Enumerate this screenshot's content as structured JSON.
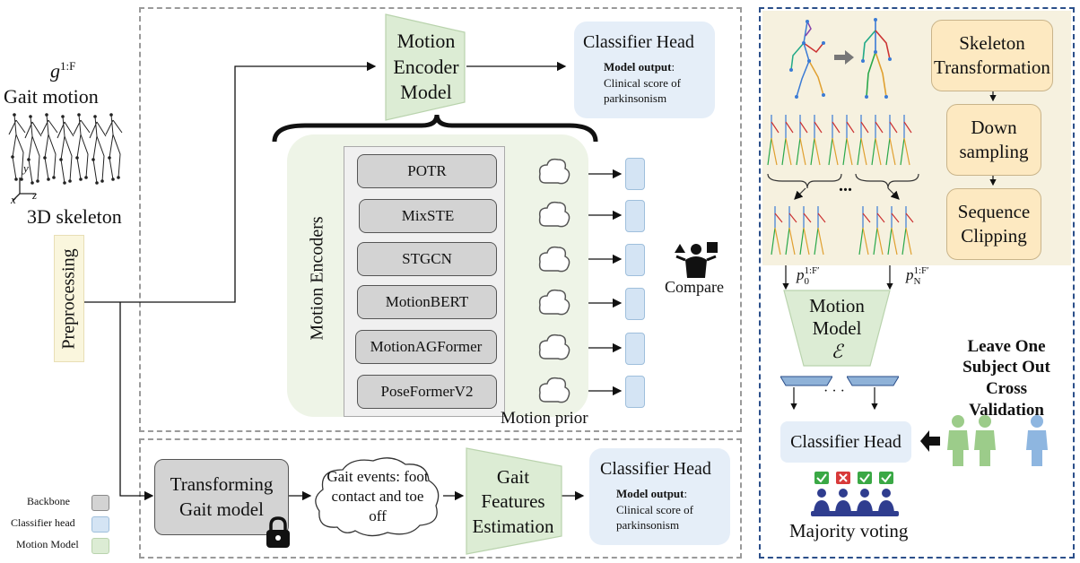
{
  "left": {
    "motion_var": "g",
    "motion_sup": "1:F",
    "gait_motion": "Gait motion",
    "skeleton_3d": "3D skeleton",
    "axis_y": "y",
    "axis_x": "x",
    "axis_z": "z",
    "preprocessing": "Preprocessing"
  },
  "top_panel": {
    "encoder_model": "Motion Encoder Model",
    "classifier_head": {
      "title": "Classifier Head",
      "output_label": "Model output",
      "output_suffix": ":",
      "output_text": "Clinical score of parkinsonism"
    },
    "encoders_label": "Motion Encoders",
    "encoders": [
      "POTR",
      "MixSTE",
      "STGCN",
      "MotionBERT",
      "MotionAGFormer",
      "PoseFormerV2"
    ],
    "motion_prior": "Motion prior",
    "compare": "Compare"
  },
  "bottom_panel": {
    "transforming_model": "Transforming Gait model",
    "gait_events": "Gait events: foot contact and toe off",
    "gait_features": "Gait Features Estimation",
    "classifier_head": {
      "title": "Classifier Head",
      "output_label": "Model output",
      "output_suffix": ":",
      "output_text": "Clinical score of parkinsonism"
    }
  },
  "legend": {
    "items": [
      {
        "label": "Backbone",
        "color": "#d3d3d3"
      },
      {
        "label": "Classifier head",
        "color": "#d4e4f4"
      },
      {
        "label": "Motion Model",
        "color": "#dcecd4"
      }
    ]
  },
  "right_panel": {
    "skeleton_transformation": "Skeleton Transformation",
    "down_sampling": "Down sampling",
    "sequence_clipping": "Sequence Clipping",
    "ellipsis": "...",
    "p0_var": "p",
    "p0_sub": "0",
    "p0_sup": "1:F′",
    "pN_var": "p",
    "pN_sub": "N",
    "pN_sup": "1:F′",
    "motion_model": "Motion Model",
    "epsilon": "ℰ",
    "dots": "· · ·",
    "classifier_head": "Classifier Head",
    "loso": "Leave One Subject Out Cross Validation",
    "majority_voting": "Majority voting"
  },
  "colors": {
    "green_fill": "#dcecd4",
    "blue_fill": "#d4e4f4",
    "gray_fill": "#d3d3d3",
    "yellow_fill": "#fde9c1",
    "panel_bg": "#f6f1df",
    "navy": "#2b4f8a"
  }
}
